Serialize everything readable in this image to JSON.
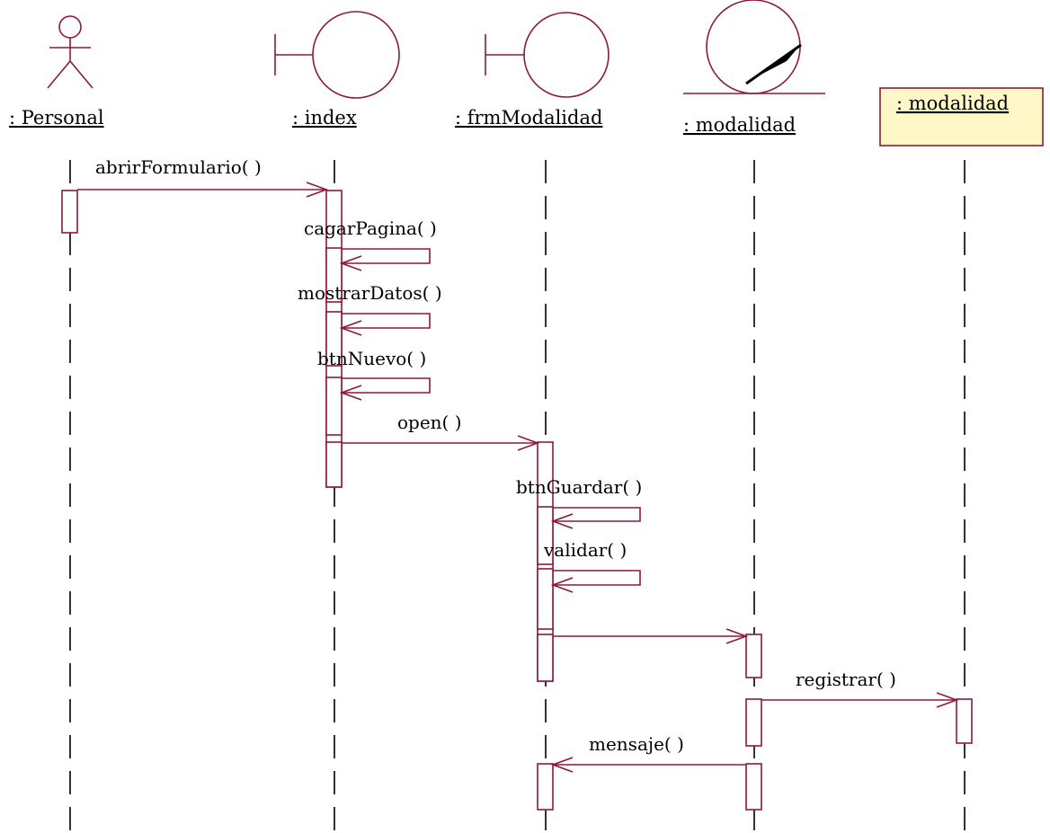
{
  "colors": {
    "accent": "#8b1a3c",
    "bubble_fill": "#fffdd0",
    "entity_fill": "#cdeef2",
    "object_box_fill": "#fff7c7"
  },
  "participants": [
    {
      "id": "personal",
      "label": ": Personal",
      "icon": "actor-icon"
    },
    {
      "id": "index",
      "label": ": index",
      "icon": "boundary-icon"
    },
    {
      "id": "frm",
      "label": ": frmModalidad",
      "icon": "boundary-icon"
    },
    {
      "id": "entity",
      "label": ": modalidad",
      "icon": "entity-icon"
    },
    {
      "id": "obj",
      "label": ": modalidad",
      "icon": "object-box"
    }
  ],
  "messages": [
    {
      "label": "abrirFormulario( )",
      "from": "personal",
      "to": "index"
    },
    {
      "label": "cagarPagina( )",
      "from": "index",
      "to": "index"
    },
    {
      "label": "mostrarDatos( )",
      "from": "index",
      "to": "index"
    },
    {
      "label": "btnNuevo( )",
      "from": "index",
      "to": "index"
    },
    {
      "label": "open( )",
      "from": "index",
      "to": "frm"
    },
    {
      "label": "btnGuardar( )",
      "from": "frm",
      "to": "frm"
    },
    {
      "label": "validar( )",
      "from": "frm",
      "to": "frm"
    },
    {
      "label": "",
      "from": "frm",
      "to": "entity"
    },
    {
      "label": "registrar( )",
      "from": "entity",
      "to": "obj"
    },
    {
      "label": "mensaje( )",
      "from": "entity",
      "to": "frm"
    }
  ]
}
